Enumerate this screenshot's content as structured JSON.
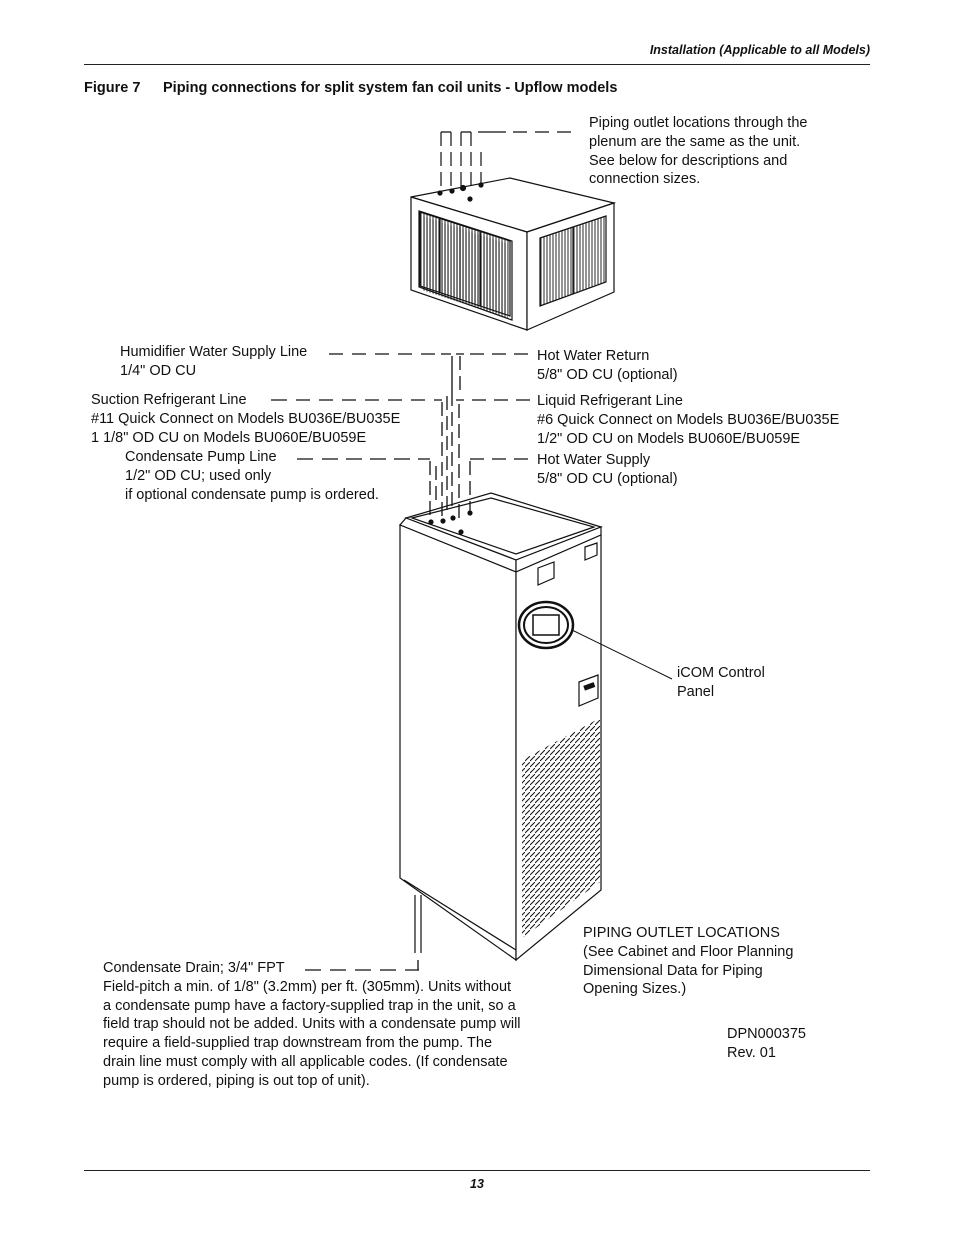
{
  "header": {
    "section": "Installation (Applicable to all Models)"
  },
  "figure": {
    "number": "Figure 7",
    "title": "Piping connections for split system fan coil units - Upflow models"
  },
  "plenum_note": [
    "Piping outlet locations through the",
    "plenum are the same as the unit.",
    "See below for descriptions and",
    "connection sizes."
  ],
  "labels": {
    "humidifier": [
      "Humidifier Water Supply Line",
      "1/4\" OD CU"
    ],
    "suction": [
      "Suction Refrigerant Line",
      "#11 Quick Connect on Models BU036E/BU035E",
      "1 1/8\" OD CU on Models BU060E/BU059E"
    ],
    "condensate_pump": [
      "Condensate Pump Line",
      "1/2\" OD CU; used only",
      "if optional condensate pump is ordered."
    ],
    "hot_water_return": [
      "Hot Water Return",
      "5/8\" OD CU (optional)"
    ],
    "liquid": [
      "Liquid Refrigerant Line",
      "#6 Quick Connect on Models BU036E/BU035E",
      "1/2\" OD CU on Models BU060E/BU059E"
    ],
    "hot_water_supply": [
      "Hot Water Supply",
      "5/8\" OD CU (optional)"
    ],
    "icom": [
      "iCOM Control",
      "Panel"
    ],
    "condensate_drain": [
      "Condensate Drain; 3/4\" FPT",
      "Field-pitch a min. of 1/8\" (3.2mm) per ft. (305mm). Units without",
      "a condensate pump have a factory-supplied trap in the unit, so a",
      "field trap should not be added. Units with a condensate pump will",
      "require a field-supplied trap downstream from the pump.  The",
      "drain line must comply with all applicable codes. (If condensate",
      "pump is ordered, piping is out top of unit)."
    ],
    "piping_outlet": [
      "PIPING OUTLET LOCATIONS",
      "(See Cabinet and Floor Planning",
      "Dimensional Data for Piping",
      "Opening Sizes.)"
    ],
    "drawing_id": [
      "DPN000375",
      "Rev. 01"
    ]
  },
  "footer": {
    "page_number": "13"
  }
}
